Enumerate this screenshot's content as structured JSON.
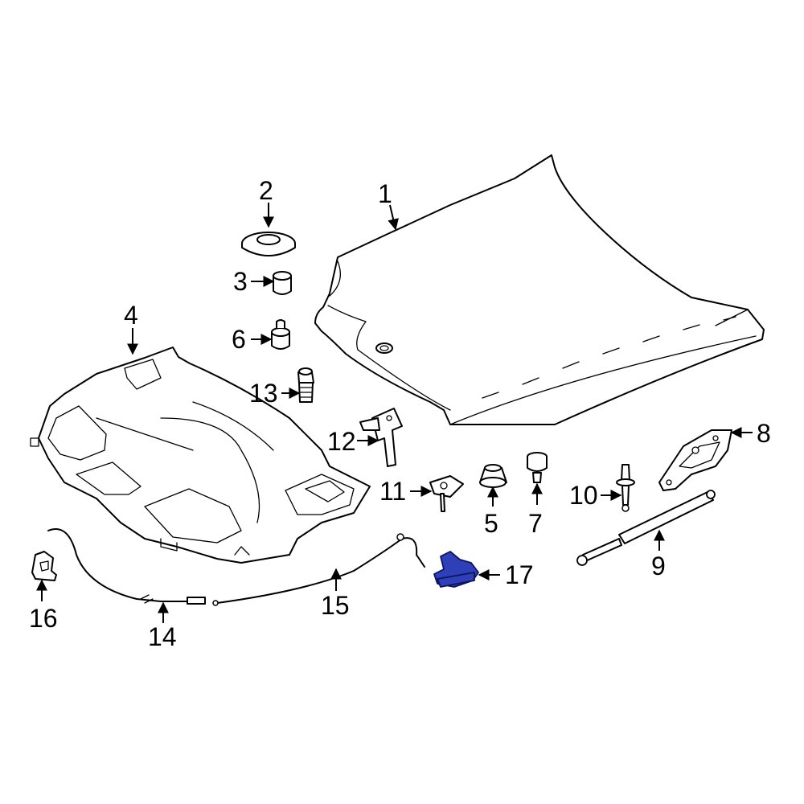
{
  "diagram": {
    "highlight_color": "#2e3fb8",
    "line_color": "#000000",
    "background": "#ffffff",
    "callouts": [
      {
        "id": "1",
        "label": "1"
      },
      {
        "id": "2",
        "label": "2"
      },
      {
        "id": "3",
        "label": "3"
      },
      {
        "id": "4",
        "label": "4"
      },
      {
        "id": "5",
        "label": "5"
      },
      {
        "id": "6",
        "label": "6"
      },
      {
        "id": "7",
        "label": "7"
      },
      {
        "id": "8",
        "label": "8"
      },
      {
        "id": "9",
        "label": "9"
      },
      {
        "id": "10",
        "label": "10"
      },
      {
        "id": "11",
        "label": "11"
      },
      {
        "id": "12",
        "label": "12"
      },
      {
        "id": "13",
        "label": "13"
      },
      {
        "id": "14",
        "label": "14"
      },
      {
        "id": "15",
        "label": "15"
      },
      {
        "id": "16",
        "label": "16"
      },
      {
        "id": "17",
        "label": "17"
      }
    ]
  }
}
